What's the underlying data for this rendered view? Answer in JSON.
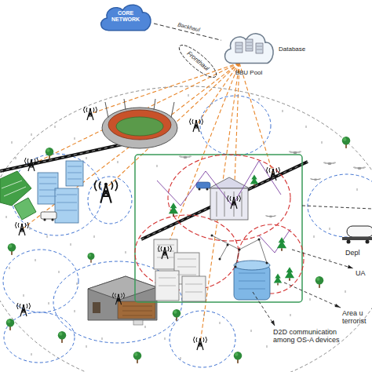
{
  "diagram": {
    "nodes": [
      {
        "text": [
          "CORE NETWORK"
        ]
      },
      {
        "text": [
          "Database",
          "BBU Pool"
        ]
      }
    ],
    "edges": [
      {
        "from": 0,
        "to": 1,
        "arrow": "none",
        "label": "Backhaul"
      }
    ],
    "labels": [
      "Fronthaul",
      "Depl",
      "UA",
      "Area u terrorist",
      "D2D communication among OS-A devices"
    ]
  }
}
